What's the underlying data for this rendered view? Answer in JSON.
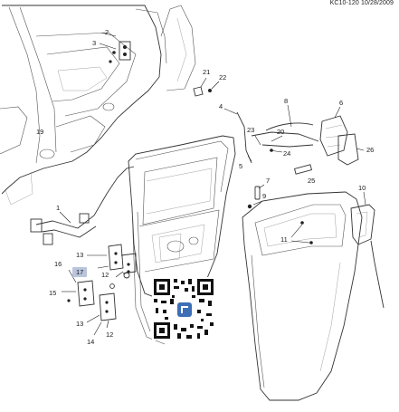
{
  "reference_code": "KC10-120 10/28/2009",
  "callouts": {
    "c1": "1",
    "c2": "2",
    "c3": "3",
    "c4": "4",
    "c5": "5",
    "c6": "6",
    "c7": "7",
    "c8": "8",
    "c9": "9",
    "c10": "10",
    "c11": "11",
    "c12a": "12",
    "c12b": "12",
    "c13a": "13",
    "c13b": "13",
    "c14": "14",
    "c15": "15",
    "c16": "16",
    "c17": "17",
    "c19": "19",
    "c20": "20",
    "c21": "21",
    "c22": "22",
    "c23": "23",
    "c24": "24",
    "c25": "25",
    "c26": "26"
  },
  "colors": {
    "highlight_box": "#b9c5dc",
    "line": "#333333"
  },
  "qr_logo_icon": "badge-icon"
}
